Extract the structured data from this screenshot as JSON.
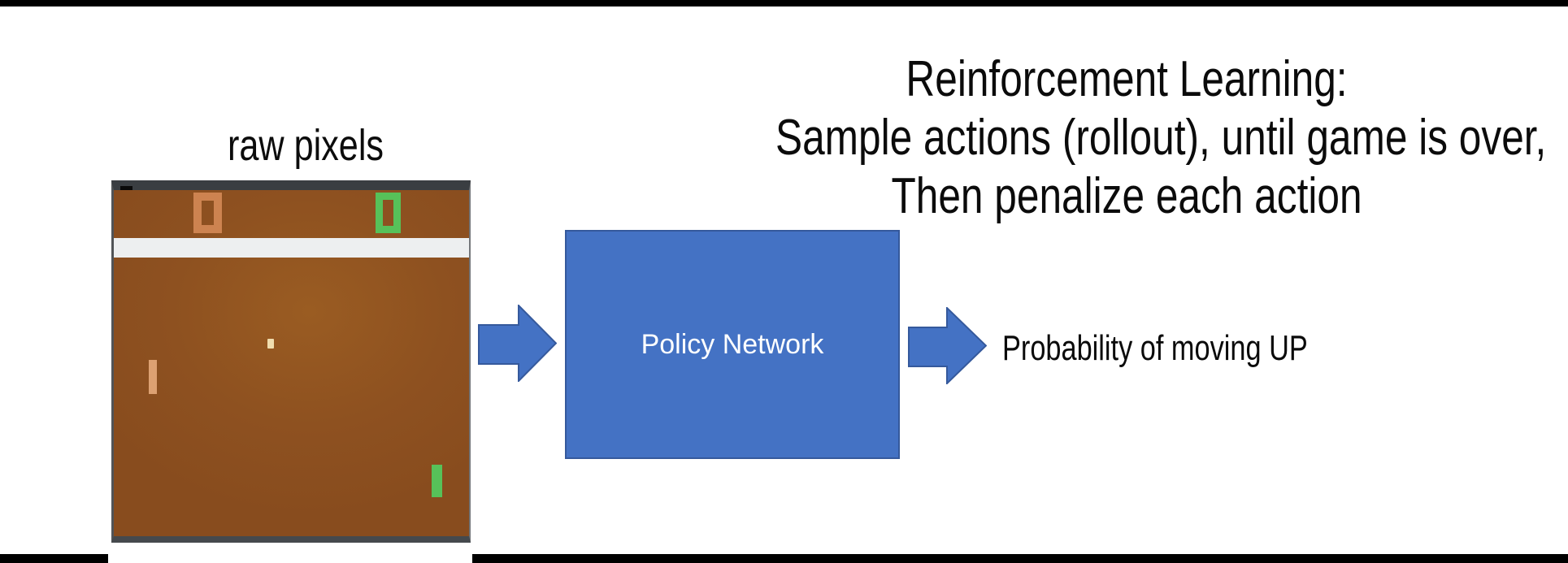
{
  "slide": {
    "title_lines": [
      "Reinforcement Learning:",
      "Sample actions (rollout), until game is over,",
      "Then penalize each action"
    ],
    "raw_pixels_label": "raw pixels",
    "policy_box_label": "Policy Network",
    "output_label": "Probability of moving UP",
    "game": {
      "left_score": "0",
      "right_score": "0"
    },
    "colors": {
      "accent-blue": "#4472c4",
      "accent-blue-border": "#35599c",
      "field-brown": "#8e5120",
      "frame-dark": "#3a3e42",
      "score-orange": "#cd8350",
      "paddle-green": "#57c159",
      "paddle-tan": "#dda172",
      "ball-cream": "#f0ddae",
      "band-white": "#edeff0",
      "bar-black": "#000000"
    }
  }
}
